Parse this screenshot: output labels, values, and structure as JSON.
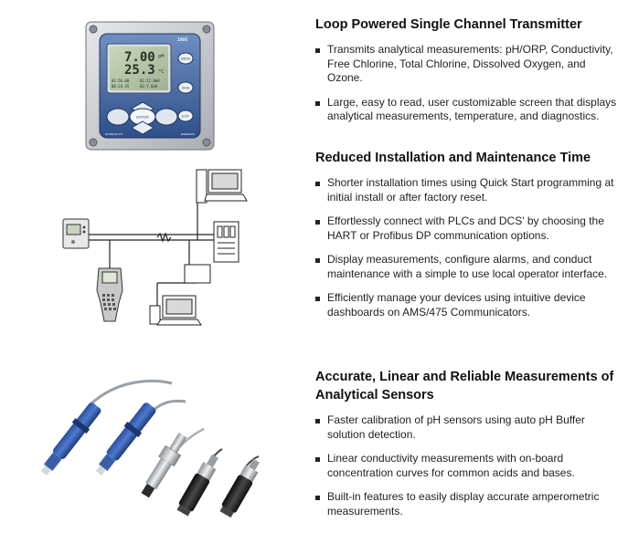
{
  "device": {
    "model": "1066",
    "lcd": {
      "main_value": "7.00",
      "main_unit": "pH",
      "second_value": "25.3",
      "second_unit": "°C",
      "row1_left": "01:56.00",
      "row1_right": "01:12.8mA",
      "row2_left": "00:24.45",
      "row2_right": "02:7.6mA"
    },
    "buttons": {
      "menu": "MENU",
      "diag": "DIAG",
      "enter": "ENTER",
      "exit": "EXIT"
    },
    "brand_left": "ROSEMOUNT",
    "brand_right": "EMERSON"
  },
  "sections": [
    {
      "heading": "Loop Powered Single Channel Transmitter",
      "bullets": [
        "Transmits analytical measurements: pH/ORP, Conductivity, Free Chlorine, Total Chlorine, Dissolved Oxygen, and Ozone.",
        "Large, easy to read, user customizable screen that displays analytical measurements, temperature, and diagnostics."
      ]
    },
    {
      "heading": "Reduced Installation and Maintenance Time",
      "bullets": [
        "Shorter installation times using Quick Start programming at initial install or after factory reset.",
        "Effortlessly connect with PLCs and DCS' by choosing the HART or Profibus DP communication options.",
        "Display measurements, configure alarms, and conduct maintenance with a simple to use local operator interface.",
        "Efficiently manage your devices using intuitive device dashboards on AMS/475 Communicators."
      ]
    },
    {
      "heading": "Accurate, Linear and Reliable Measurements of Analytical Sensors",
      "bullets": [
        "Faster calibration of pH sensors using auto pH Buffer solution detection.",
        "Linear conductivity measurements with on-board concentration curves for common acids and bases.",
        "Built-in features to easily display accurate amperometric measurements."
      ]
    }
  ]
}
